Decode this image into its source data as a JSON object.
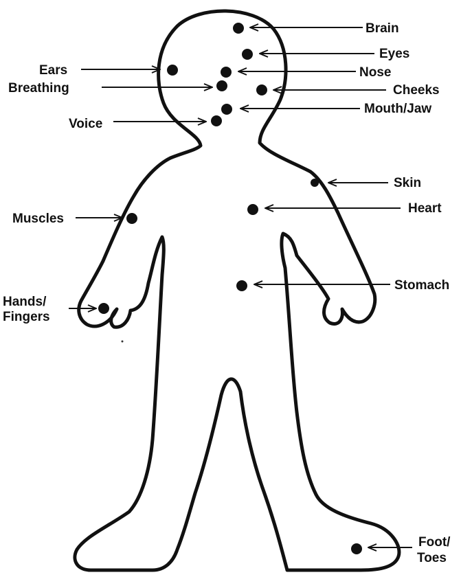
{
  "colors": {
    "ink": "#111111",
    "paper": "#ffffff"
  },
  "labels": {
    "brain": "Brain",
    "eyes": "Eyes",
    "ears": "Ears",
    "nose": "Nose",
    "breathing": "Breathing",
    "cheeks": "Cheeks",
    "mouth_jaw": "Mouth/Jaw",
    "voice": "Voice",
    "skin": "Skin",
    "muscles": "Muscles",
    "heart": "Heart",
    "stomach": "Stomach",
    "hands_line1": "Hands/",
    "hands_line2": "Fingers",
    "feet_line1": "Foot/",
    "feet_line2": "Toes"
  }
}
